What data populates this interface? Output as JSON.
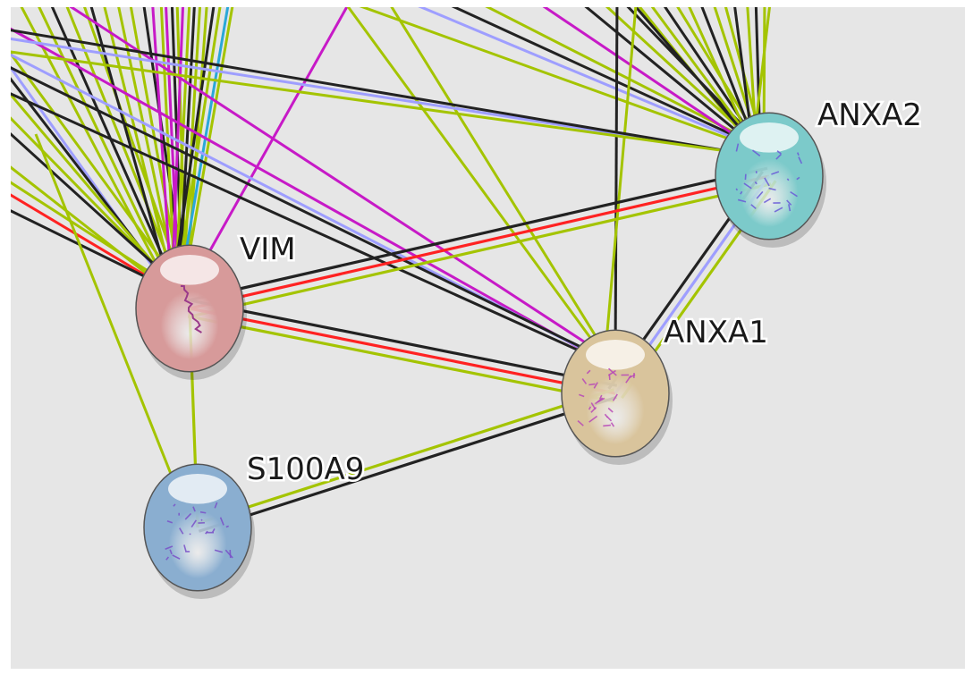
{
  "colors": {
    "background": "#e6e6e6",
    "border": "#ffffff",
    "edge_black": "#222222",
    "edge_olive": "#a4c400",
    "edge_magenta": "#c71ac7",
    "edge_red": "#ff2222",
    "edge_lavender": "#9e9eff",
    "edge_cyan": "#2aa8d8"
  },
  "nodes": [
    {
      "id": "vim",
      "label": "VIM",
      "color": "#d79a9a",
      "protein_color": "#9a3a8a",
      "icon": "protein-ribbon"
    },
    {
      "id": "anxa2",
      "label": "ANXA2",
      "color": "#7ccaca",
      "protein_color": "#6a5ad8",
      "icon": "protein-structure"
    },
    {
      "id": "anxa1",
      "label": "ANXA1",
      "color": "#d9c49c",
      "protein_color": "#b848b8",
      "icon": "protein-structure"
    },
    {
      "id": "s100a9",
      "label": "S100A9",
      "color": "#8aaed0",
      "protein_color": "#7a50c8",
      "icon": "protein-structure"
    }
  ],
  "edges": [
    {
      "source": "vim",
      "target": "anxa2",
      "types": [
        "edge_black",
        "edge_red",
        "edge_olive"
      ]
    },
    {
      "source": "vim",
      "target": "anxa1",
      "types": [
        "edge_black",
        "edge_red",
        "edge_olive"
      ]
    },
    {
      "source": "vim",
      "target": "s100a9",
      "types": [
        "edge_olive"
      ]
    },
    {
      "source": "anxa1",
      "target": "anxa2",
      "types": [
        "edge_black",
        "edge_lavender",
        "edge_olive"
      ]
    },
    {
      "source": "anxa1",
      "target": "s100a9",
      "types": [
        "edge_black",
        "edge_olive"
      ]
    }
  ]
}
